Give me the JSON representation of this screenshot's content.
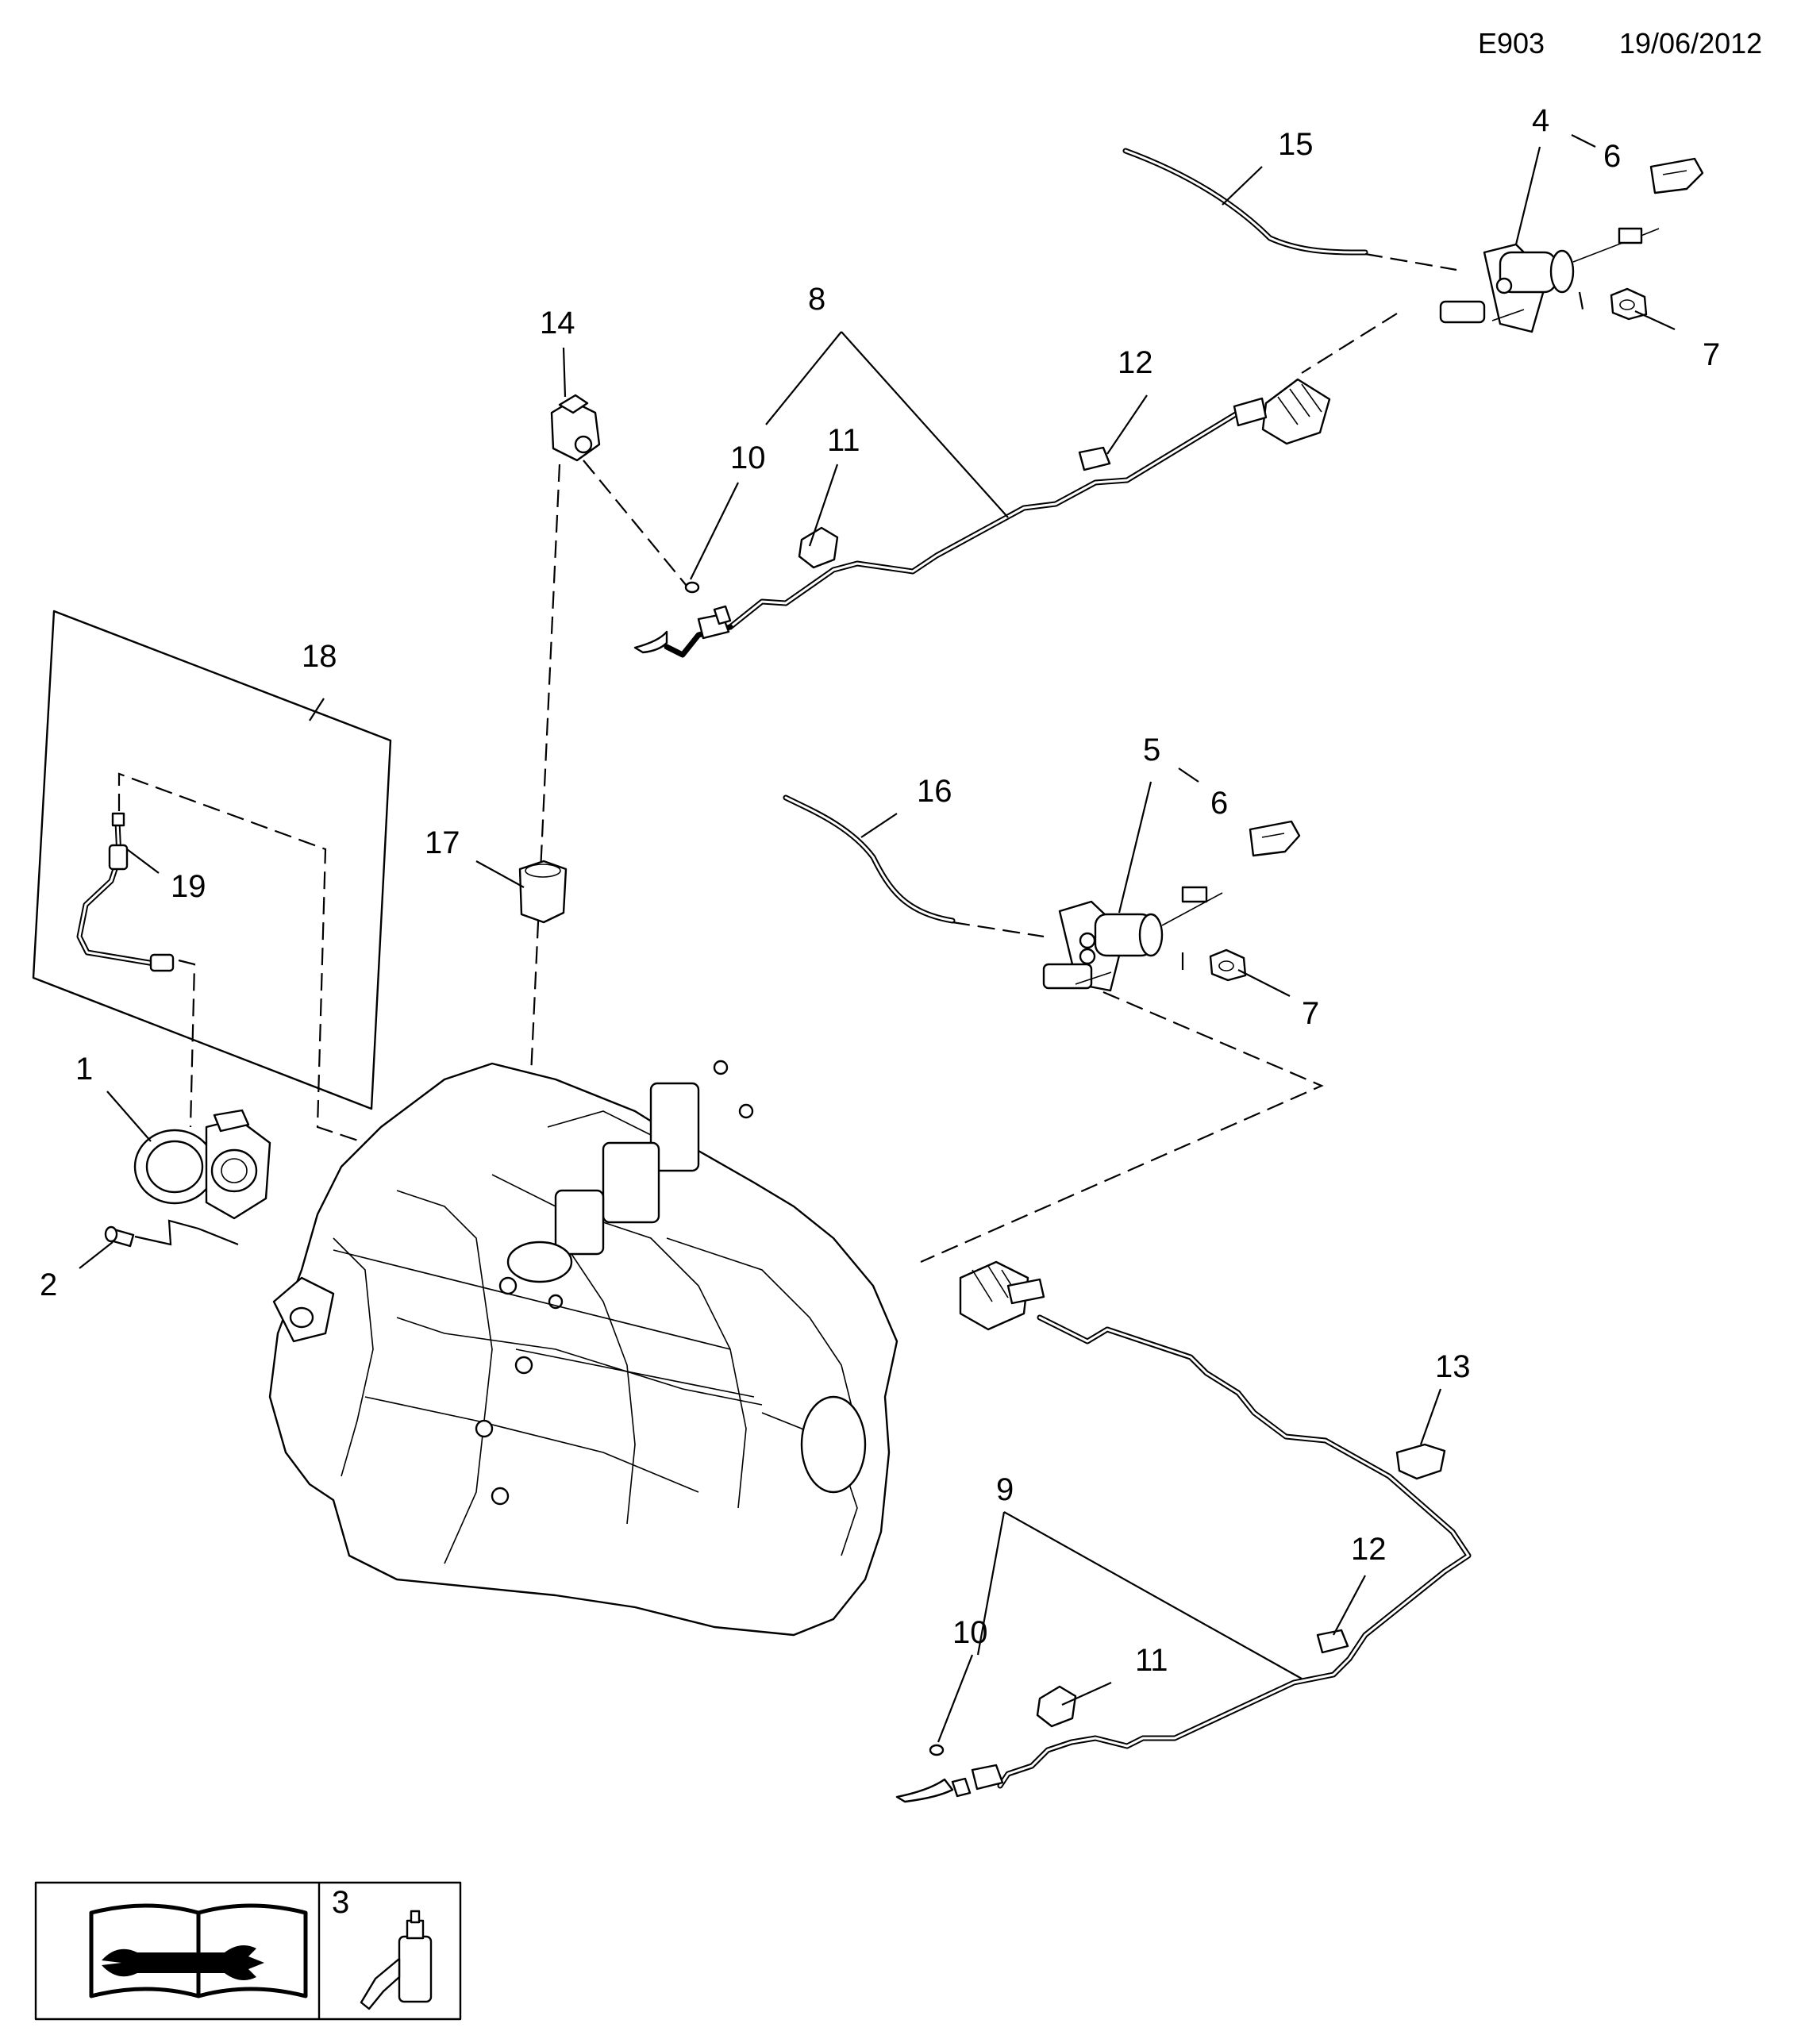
{
  "header": {
    "sheet_code": "E903",
    "date": "19/06/2012"
  },
  "callouts": {
    "c1": "1",
    "c2": "2",
    "c3": "3",
    "c4": "4",
    "c5": "5",
    "c6a": "6",
    "c6b": "6",
    "c7a": "7",
    "c7b": "7",
    "c8": "8",
    "c9": "9",
    "c10a": "10",
    "c10b": "10",
    "c11a": "11",
    "c11b": "11",
    "c12a": "12",
    "c12b": "12",
    "c13": "13",
    "c14": "14",
    "c15": "15",
    "c16": "16",
    "c17": "17",
    "c18": "18",
    "c19": "19"
  },
  "icons": {
    "manual": "wrench-book-icon",
    "lubricant": "lubricant-bottle-icon"
  }
}
